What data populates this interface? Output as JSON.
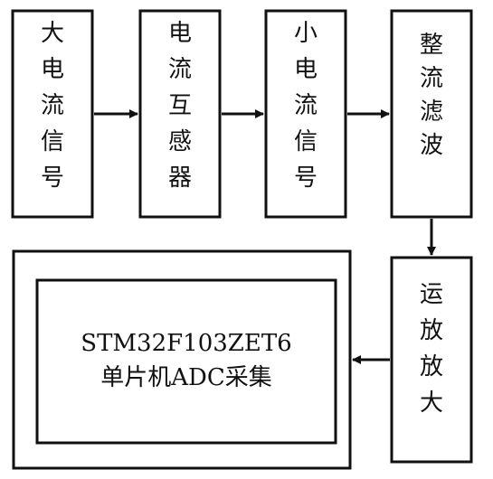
{
  "diagram": {
    "nodes": {
      "big_current_signal": {
        "label": "大电流信号"
      },
      "current_transformer": {
        "label": "电流互感器"
      },
      "small_current_signal": {
        "label": "小电流信号"
      },
      "rectify_filter": {
        "label": "整流滤波"
      },
      "op_amp": {
        "label": "运放放大"
      },
      "mcu_adc": {
        "line1": "STM32F103ZET6",
        "line2": "单片机ADC采集"
      }
    },
    "edges": [
      {
        "from": "big_current_signal",
        "to": "current_transformer"
      },
      {
        "from": "current_transformer",
        "to": "small_current_signal"
      },
      {
        "from": "small_current_signal",
        "to": "rectify_filter"
      },
      {
        "from": "rectify_filter",
        "to": "op_amp"
      },
      {
        "from": "op_amp",
        "to": "mcu_adc"
      }
    ],
    "colors": {
      "stroke": "#111111",
      "background": "#ffffff"
    }
  }
}
